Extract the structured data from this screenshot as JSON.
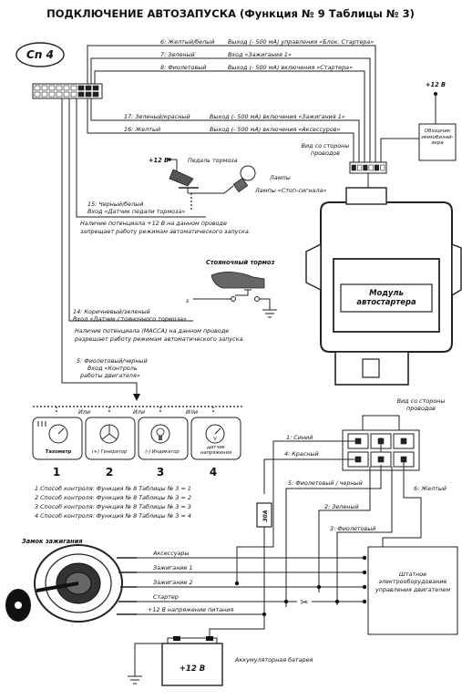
{
  "title": "ПОДКЛЮЧЕНИЕ АВТОЗАПУСКА (Функция № 9 Таблицы № 3)",
  "connector_badge": "Cn 4",
  "top_wires": [
    {
      "num_color": "6: Желтый/белый",
      "desc": "Выход (- 500 мА) управления «Блок. Стартера»"
    },
    {
      "num_color": "7: Зеленый",
      "desc": "Вход «Зажигания 1»"
    },
    {
      "num_color": "8: Фиолетовый",
      "desc": "Выход (- 500 мА) включения «Стартера»"
    },
    {
      "num_color": "17: Зеленый/красный",
      "desc": "Выход (- 500 мА) включения «Зажигания 1»"
    },
    {
      "num_color": "16: Желтый",
      "desc": "Выход (- 500 мА) включения «Аксессуров»"
    }
  ],
  "plus12": "+12 В",
  "immobilizer": "Обходчик иммобилай-зера",
  "view_from_wires_top": "Вид со стороны проводов",
  "brake_pedal": "Педаль тормоза",
  "lamps": "Лампы «Стоп-сигнала»",
  "wire15": "15: Черный/белый",
  "wire15_input": "Вход «Датчик педали тормоза»",
  "brake_note_1": "Наличие потенциала +12 В на данном проводе",
  "brake_note_2": "запрещает работу режимам автоматического запуска.",
  "module_label": "Модуль автостартера",
  "parking_brake": "Стояночный тормоз",
  "wire14": "14: Коричневый/зеленый",
  "wire14_input": "Вход «Датчик стояночного тормоза»",
  "park_note_1": "Наличие потенциала (МАССА) на данном проводе",
  "park_note_2": "разрешает работу режимам автоматического запуска.",
  "wire5": "5: Фиолетовый/черный",
  "wire5_input_1": "Вход «Контроль",
  "wire5_input_2": "работы двигателя»",
  "or_label": "Или",
  "sensors": [
    {
      "label": "Тахометр",
      "num": "1"
    },
    {
      "label": "(+) Генератор",
      "num": "2"
    },
    {
      "label": "(-) Индикатор",
      "num": "3"
    },
    {
      "label": "Датчик напряжения",
      "num": "4"
    }
  ],
  "control_methods": [
    "1 Способ контроля: Функция № 8 Таблицы № 3 = 1",
    "2 Способ контроля: Функция № 8 Таблицы № 3 = 2",
    "3 Способ контроля: Функция № 8 Таблицы № 3 = 3",
    "4 Способ контроля: Функция № 8 Таблицы № 3 = 4"
  ],
  "view_from_wires_bottom": "Вид со стороны проводов",
  "power_wires": [
    "1: Синий",
    "4: Красный",
    "5: Фиолетовый / черный",
    "6: Желтый",
    "2: Зеленый",
    "3: Фиолетовый"
  ],
  "fuse": "30A",
  "ignition_lock": "Замок зажигания",
  "lock_terms": [
    "Аксессуары",
    "Зажигание 1",
    "Зажигание 2",
    "Стартер",
    "+12 В напряжение питания"
  ],
  "standard_equipment": "Штатное электрооборудование управления двигателем",
  "battery": "Аккумуляторная батарея",
  "battery_voltage": "+12 В",
  "colors": {
    "line": "#222222",
    "background": "#ffffff"
  }
}
